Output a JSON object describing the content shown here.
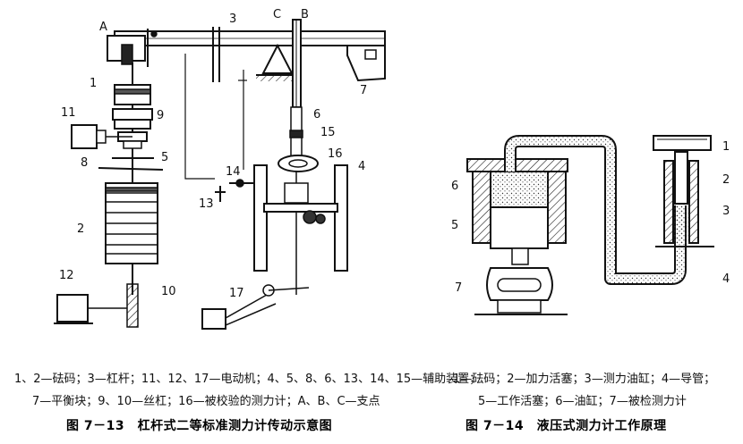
{
  "left_figure": {
    "labels": {
      "A": "A",
      "B": "B",
      "C": "C",
      "n1": "1",
      "n2": "2",
      "n3": "3",
      "n4": "4",
      "n5": "5",
      "n6": "6",
      "n7": "7",
      "n8": "8",
      "n9": "9",
      "n10": "10",
      "n11": "11",
      "n12": "12",
      "n13": "13",
      "n14": "14",
      "n15": "15",
      "n16": "16",
      "n17": "17"
    },
    "caption_line1": "1、2—砝码；3—杠杆；11、12、17—电动机；4、5、8、6、13、14、15—辅助装置；",
    "caption_line2": "7—平衡块；9、10—丝杠；16—被校验的测力计；A、B、C—支点",
    "title": "图 7－13　杠杆式二等标准测力计传动示意图"
  },
  "right_figure": {
    "labels": {
      "n1": "1",
      "n2": "2",
      "n3": "3",
      "n4": "4",
      "n5": "5",
      "n6": "6",
      "n7": "7"
    },
    "caption_line1": "1—砝码；2—加力活塞；3—测力油缸；4—导管；",
    "caption_line2": "5—工作活塞；6—油缸；7—被检测力计",
    "title": "图 7－14　液压式测力计工作原理"
  }
}
